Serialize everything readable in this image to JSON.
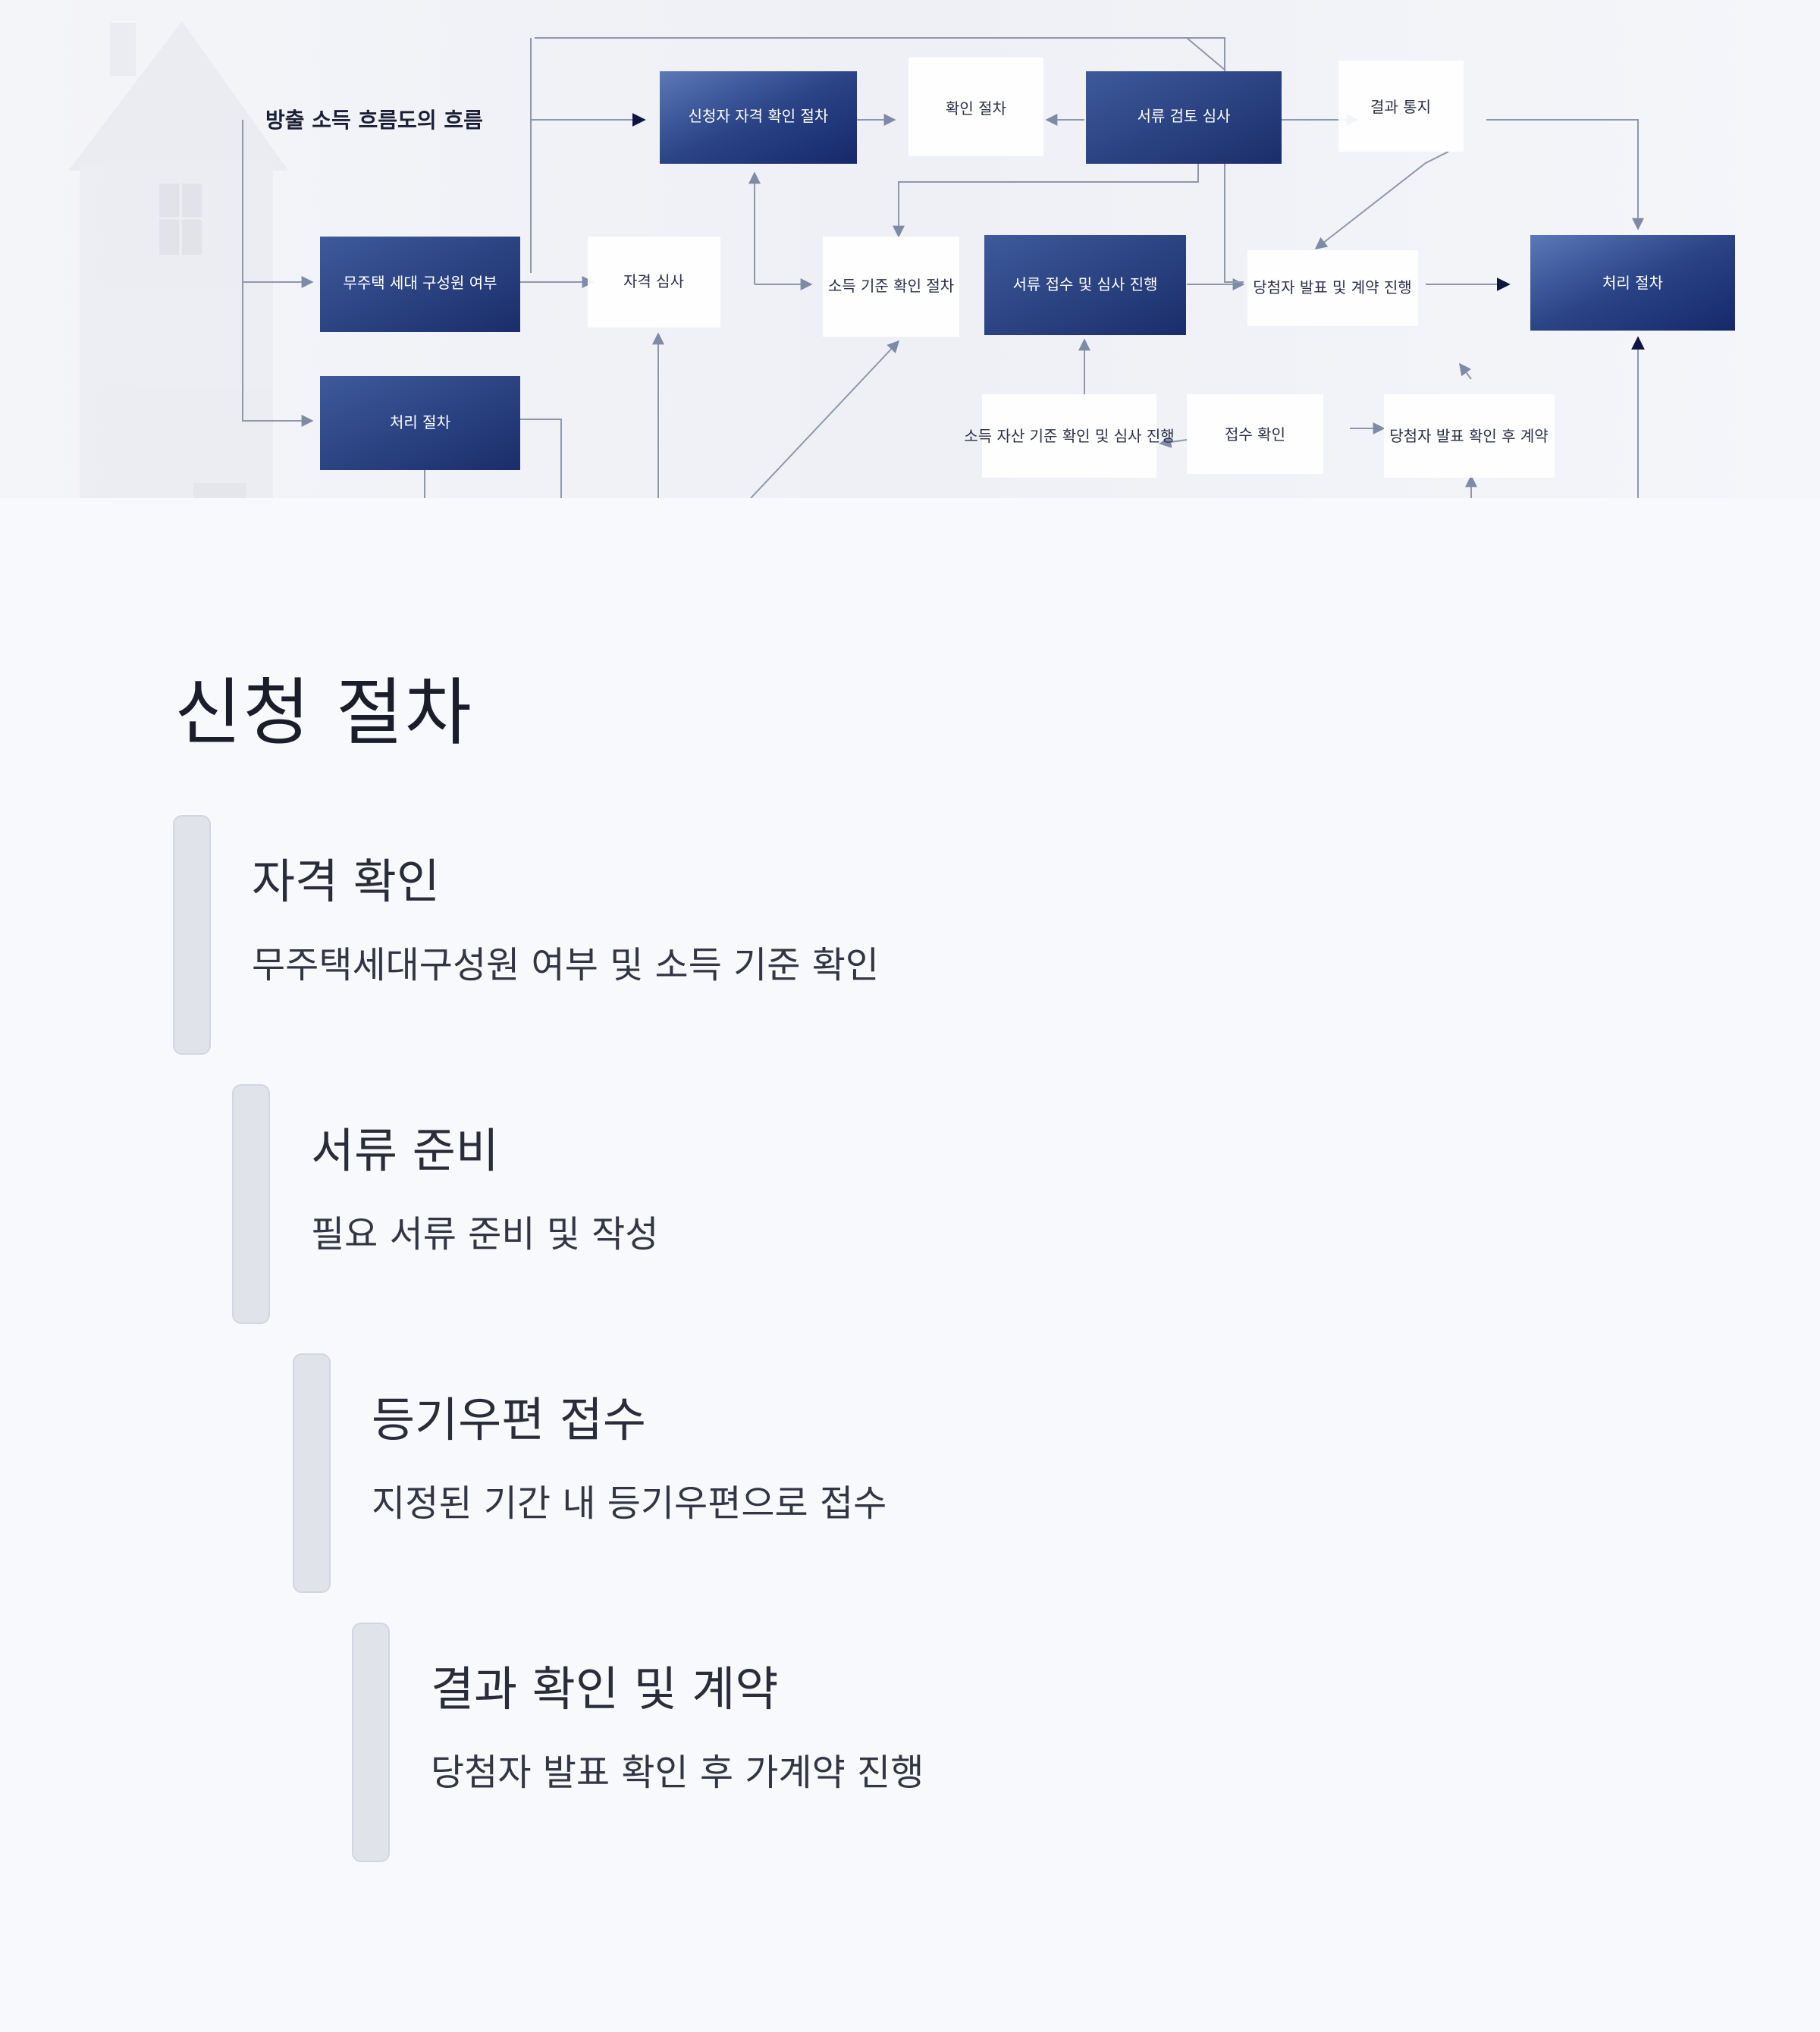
{
  "hero": {
    "caption": "방출 소득 흐름도의 흐름",
    "boxes": [
      "신청자 자격 확인 절차",
      "확인 절차",
      "서류 검토 심사",
      "결과 통지",
      "무주택 세대 구성원 여부",
      "자격 심사",
      "소득 기준 확인 절차",
      "서류 접수 및 심사 진행",
      "당첨자 발표 및 계약 진행",
      "처리 절차",
      "소득 자산 기준 확인 및 심사 진행",
      "접수 확인",
      "당첨자 발표 확인 후 계약"
    ],
    "colors": {
      "box_dark": "#1e3370",
      "box_mid": "#3d5a9a",
      "arrow": "#8f97ab",
      "arrowhead_dark": "#0f1640"
    }
  },
  "section": {
    "title": "신청 절차"
  },
  "steps": [
    {
      "title": "자격 확인",
      "desc": "무주택세대구성원 여부 및 소득 기준 확인"
    },
    {
      "title": "서류 준비",
      "desc": "필요 서류 준비 및 작성"
    },
    {
      "title": "등기우편 접수",
      "desc": "지정된 기간 내 등기우편으로 접수"
    },
    {
      "title": "결과 확인 및 계약",
      "desc": "당첨자 발표 확인 후 가계약 진행"
    }
  ]
}
